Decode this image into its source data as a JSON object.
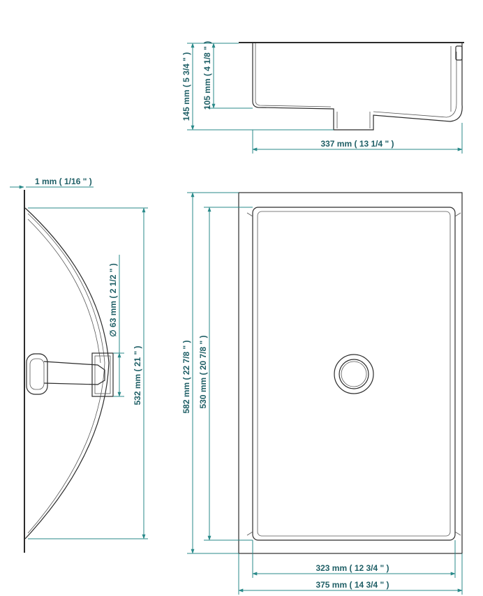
{
  "top_view": {
    "depth_total": "145 mm ( 5 3/4 \" )",
    "depth_bowl": "105 mm ( 4 1/8 \" )",
    "length": "337 mm ( 13 1/4 \" )"
  },
  "side_view": {
    "thickness": "1 mm ( 1/16 \" )",
    "drain": "∅ 63 mm ( 2 1/2 \" )",
    "height": "532 mm ( 21 \" )"
  },
  "plan_view": {
    "outer_height": "582 mm ( 22 7/8 \" )",
    "inner_height": "530 mm ( 20 7/8 \" )",
    "inner_width": "323 mm ( 12 3/4 \" )",
    "outer_width": "375 mm ( 14 3/4 \" )"
  },
  "colors": {
    "dimension": "#2a8a8a",
    "dimension_text": "#1f5f66",
    "outline": "#2b2b2b"
  }
}
